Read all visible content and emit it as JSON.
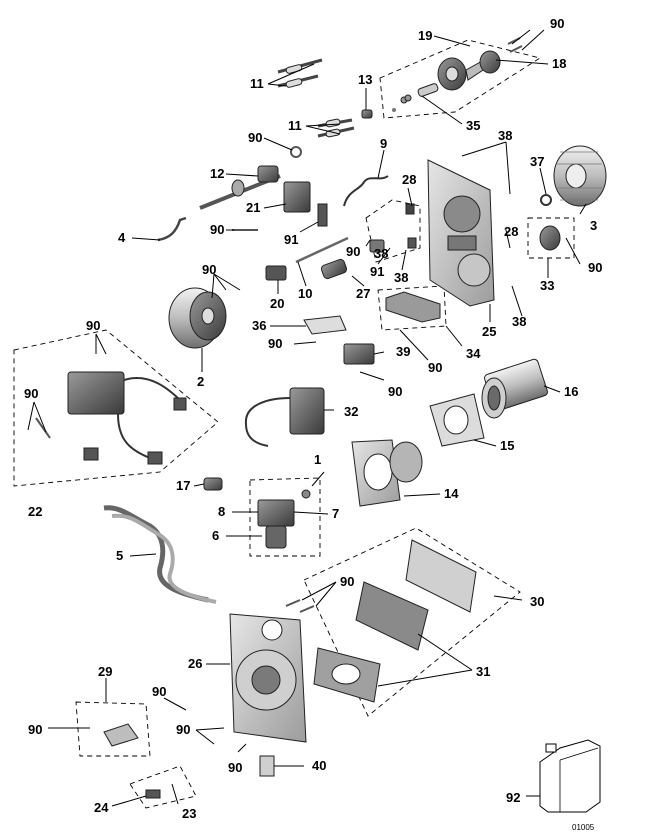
{
  "diagram": {
    "callouts": [
      "1",
      "2",
      "3",
      "4",
      "5",
      "6",
      "7",
      "8",
      "9",
      "10",
      "11",
      "11",
      "12",
      "13",
      "14",
      "15",
      "16",
      "17",
      "18",
      "19",
      "20",
      "21",
      "22",
      "23",
      "24",
      "25",
      "26",
      "27",
      "28",
      "28",
      "29",
      "30",
      "31",
      "32",
      "33",
      "34",
      "35",
      "36",
      "37",
      "38",
      "38",
      "38",
      "38",
      "39",
      "40",
      "90",
      "90",
      "90",
      "90",
      "90",
      "90",
      "90",
      "90",
      "90",
      "90",
      "90",
      "90",
      "90",
      "90",
      "90",
      "90",
      "91",
      "91",
      "92"
    ],
    "drawing_number": "01005"
  },
  "colors": {
    "line": "#000000",
    "part_dark": "#4a4a4a",
    "part_mid": "#8c8c8c",
    "part_light": "#cfcfcf"
  }
}
